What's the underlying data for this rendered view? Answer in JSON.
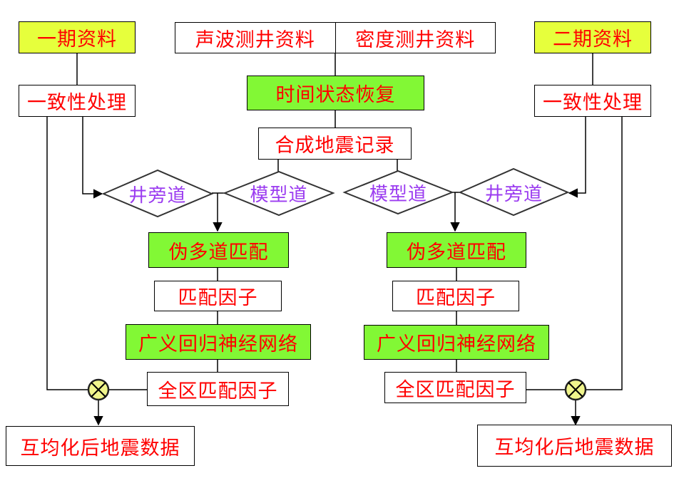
{
  "title": "声波/密度测井资料与两期地震资料互均化流程图",
  "colors": {
    "text_red": "#ff0000",
    "text_purple": "#9b3cf0",
    "fill_yellow": "#e6ff3c",
    "fill_green": "#82f835",
    "fill_white": "#ffffff",
    "line": "#000000",
    "multiply_fill": "#f0f58c"
  },
  "top": {
    "well_log_left": "声波测井资料",
    "well_log_right": "密度测井资料",
    "time_recovery": "时间状态恢复",
    "synthetic": "合成地震记录"
  },
  "left": {
    "source": "一期资料",
    "consistency": "一致性处理",
    "diamond_well": "井旁道",
    "diamond_model": "模型道",
    "pseudo_match": "伪多道匹配",
    "match_factor": "匹配因子",
    "grnn": "广义回归神经网络",
    "full_factor": "全区匹配因子",
    "multiply_icon": "multiply-circle",
    "output": "互均化后地震数据"
  },
  "right": {
    "source": "二期资料",
    "consistency": "一致性处理",
    "diamond_model": "模型道",
    "diamond_well": "井旁道",
    "pseudo_match": "伪多道匹配",
    "match_factor": "匹配因子",
    "grnn": "广义回归神经网络",
    "full_factor": "全区匹配因子",
    "multiply_icon": "multiply-circle",
    "output": "互均化后地震数据"
  }
}
